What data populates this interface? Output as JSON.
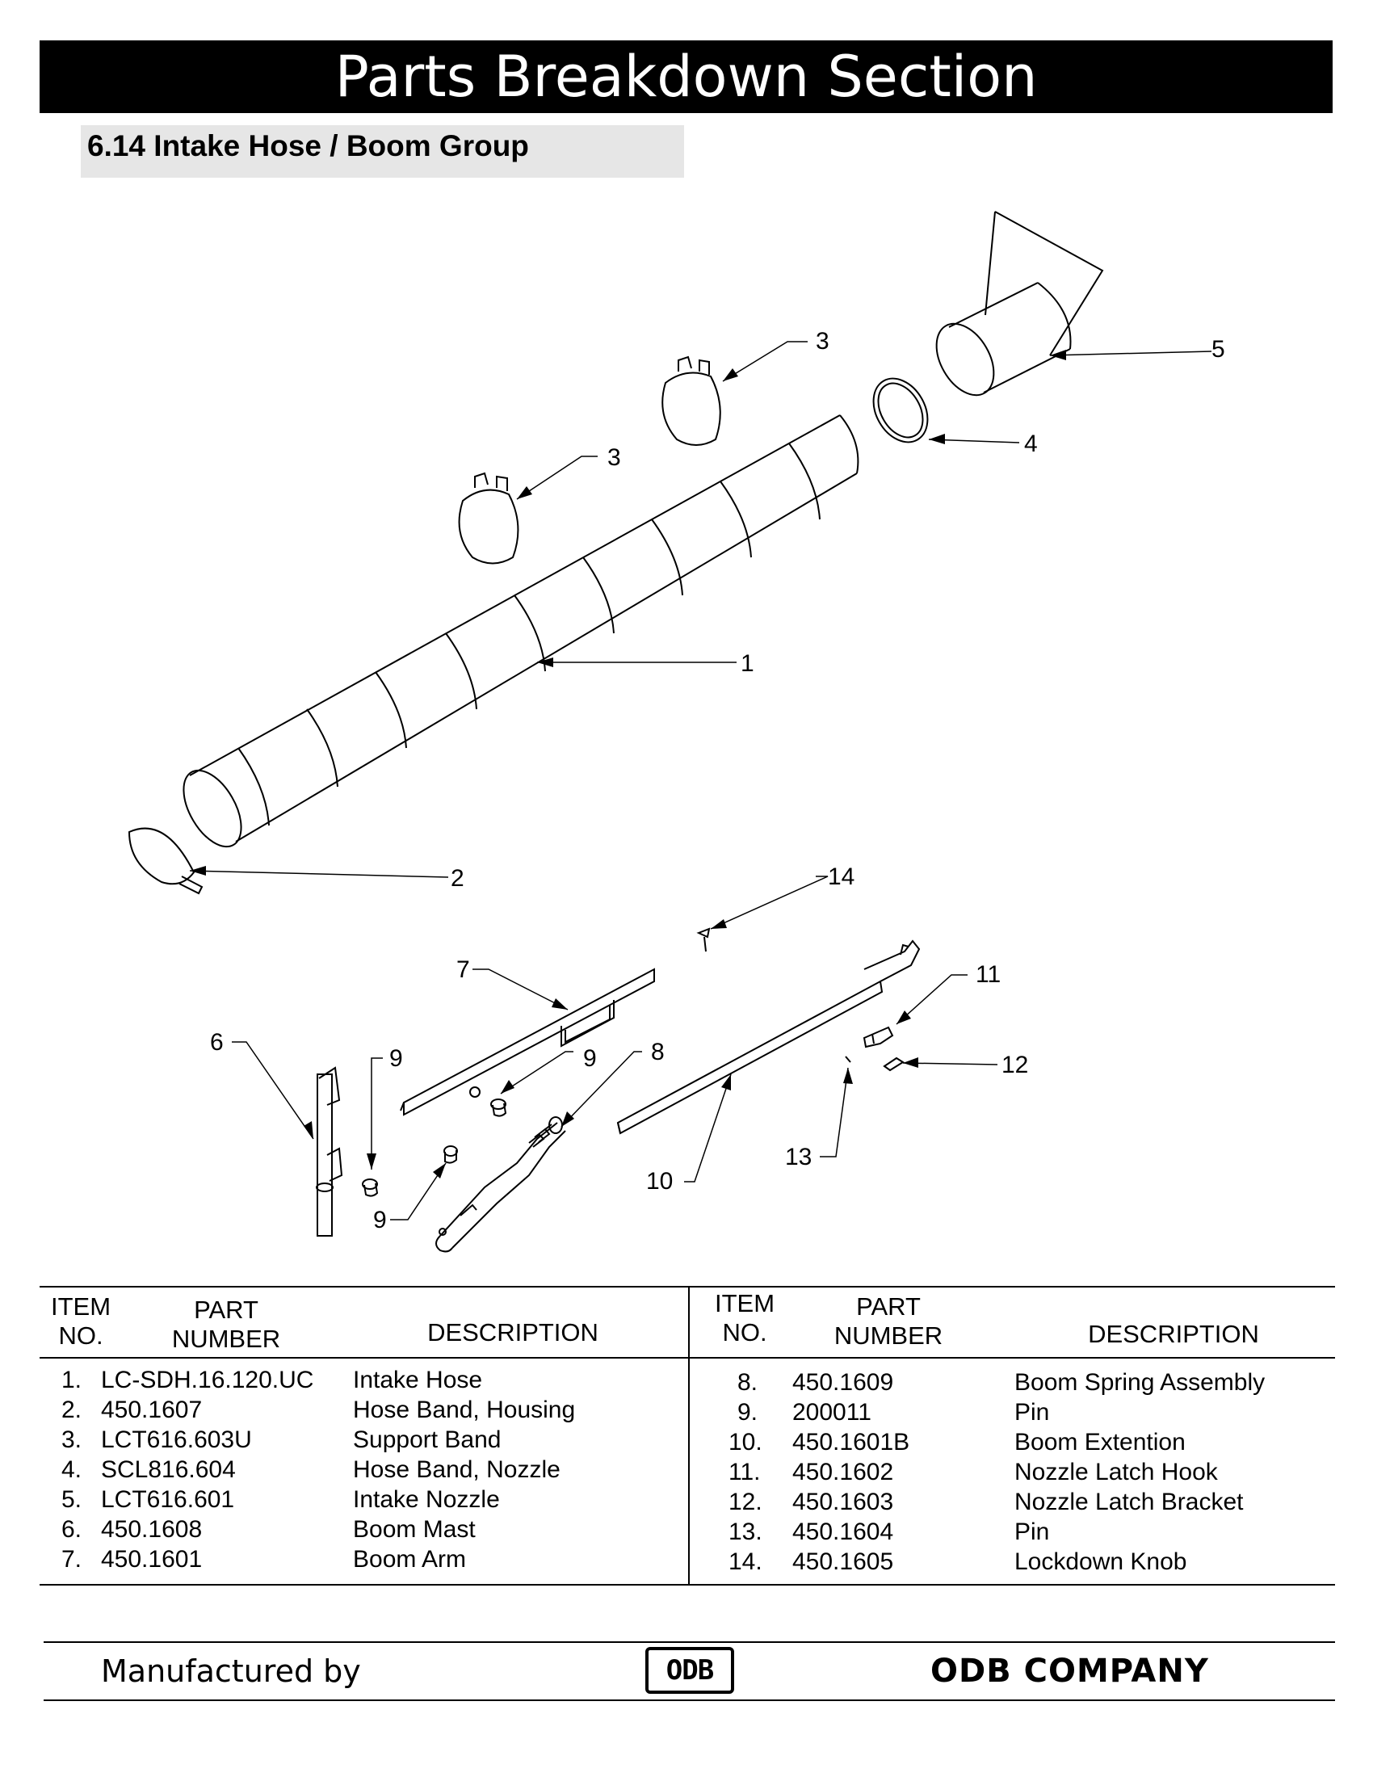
{
  "header": {
    "title": "Parts Breakdown Section"
  },
  "section": {
    "title": "6.14 Intake Hose / Boom Group"
  },
  "diagram": {
    "callouts": [
      "1",
      "2",
      "3",
      "3",
      "4",
      "5",
      "6",
      "7",
      "8",
      "9",
      "9",
      "9",
      "10",
      "11",
      "12",
      "13",
      "14"
    ]
  },
  "table": {
    "headers": {
      "item_no_top": "ITEM",
      "item_no_bottom": "NO.",
      "part_number_top": "PART",
      "part_number_bottom": "NUMBER",
      "description": "DESCRIPTION"
    },
    "left_rows": [
      {
        "no": "1.",
        "part": "LC-SDH.16.120.UC",
        "desc": "Intake Hose"
      },
      {
        "no": "2.",
        "part": "450.1607",
        "desc": "Hose Band, Housing"
      },
      {
        "no": "3.",
        "part": "LCT616.603U",
        "desc": "Support Band"
      },
      {
        "no": "4.",
        "part": "SCL816.604",
        "desc": "Hose Band, Nozzle"
      },
      {
        "no": "5.",
        "part": "LCT616.601",
        "desc": "Intake Nozzle"
      },
      {
        "no": "6.",
        "part": "450.1608",
        "desc": "Boom Mast"
      },
      {
        "no": "7.",
        "part": "450.1601",
        "desc": "Boom Arm"
      }
    ],
    "right_rows": [
      {
        "no": "8.",
        "part": "450.1609",
        "desc": "Boom Spring Assembly"
      },
      {
        "no": "9.",
        "part": "200011",
        "desc": "Pin"
      },
      {
        "no": "10.",
        "part": "450.1601B",
        "desc": "Boom Extention"
      },
      {
        "no": "11.",
        "part": "450.1602",
        "desc": "Nozzle Latch Hook"
      },
      {
        "no": "12.",
        "part": "450.1603",
        "desc": "Nozzle Latch Bracket"
      },
      {
        "no": "13.",
        "part": "450.1604",
        "desc": "Pin"
      },
      {
        "no": "14.",
        "part": "450.1605",
        "desc": "Lockdown Knob"
      }
    ]
  },
  "footer": {
    "manufactured_by": "Manufactured by",
    "logo_text": "ODB",
    "company": "ODB COMPANY"
  }
}
